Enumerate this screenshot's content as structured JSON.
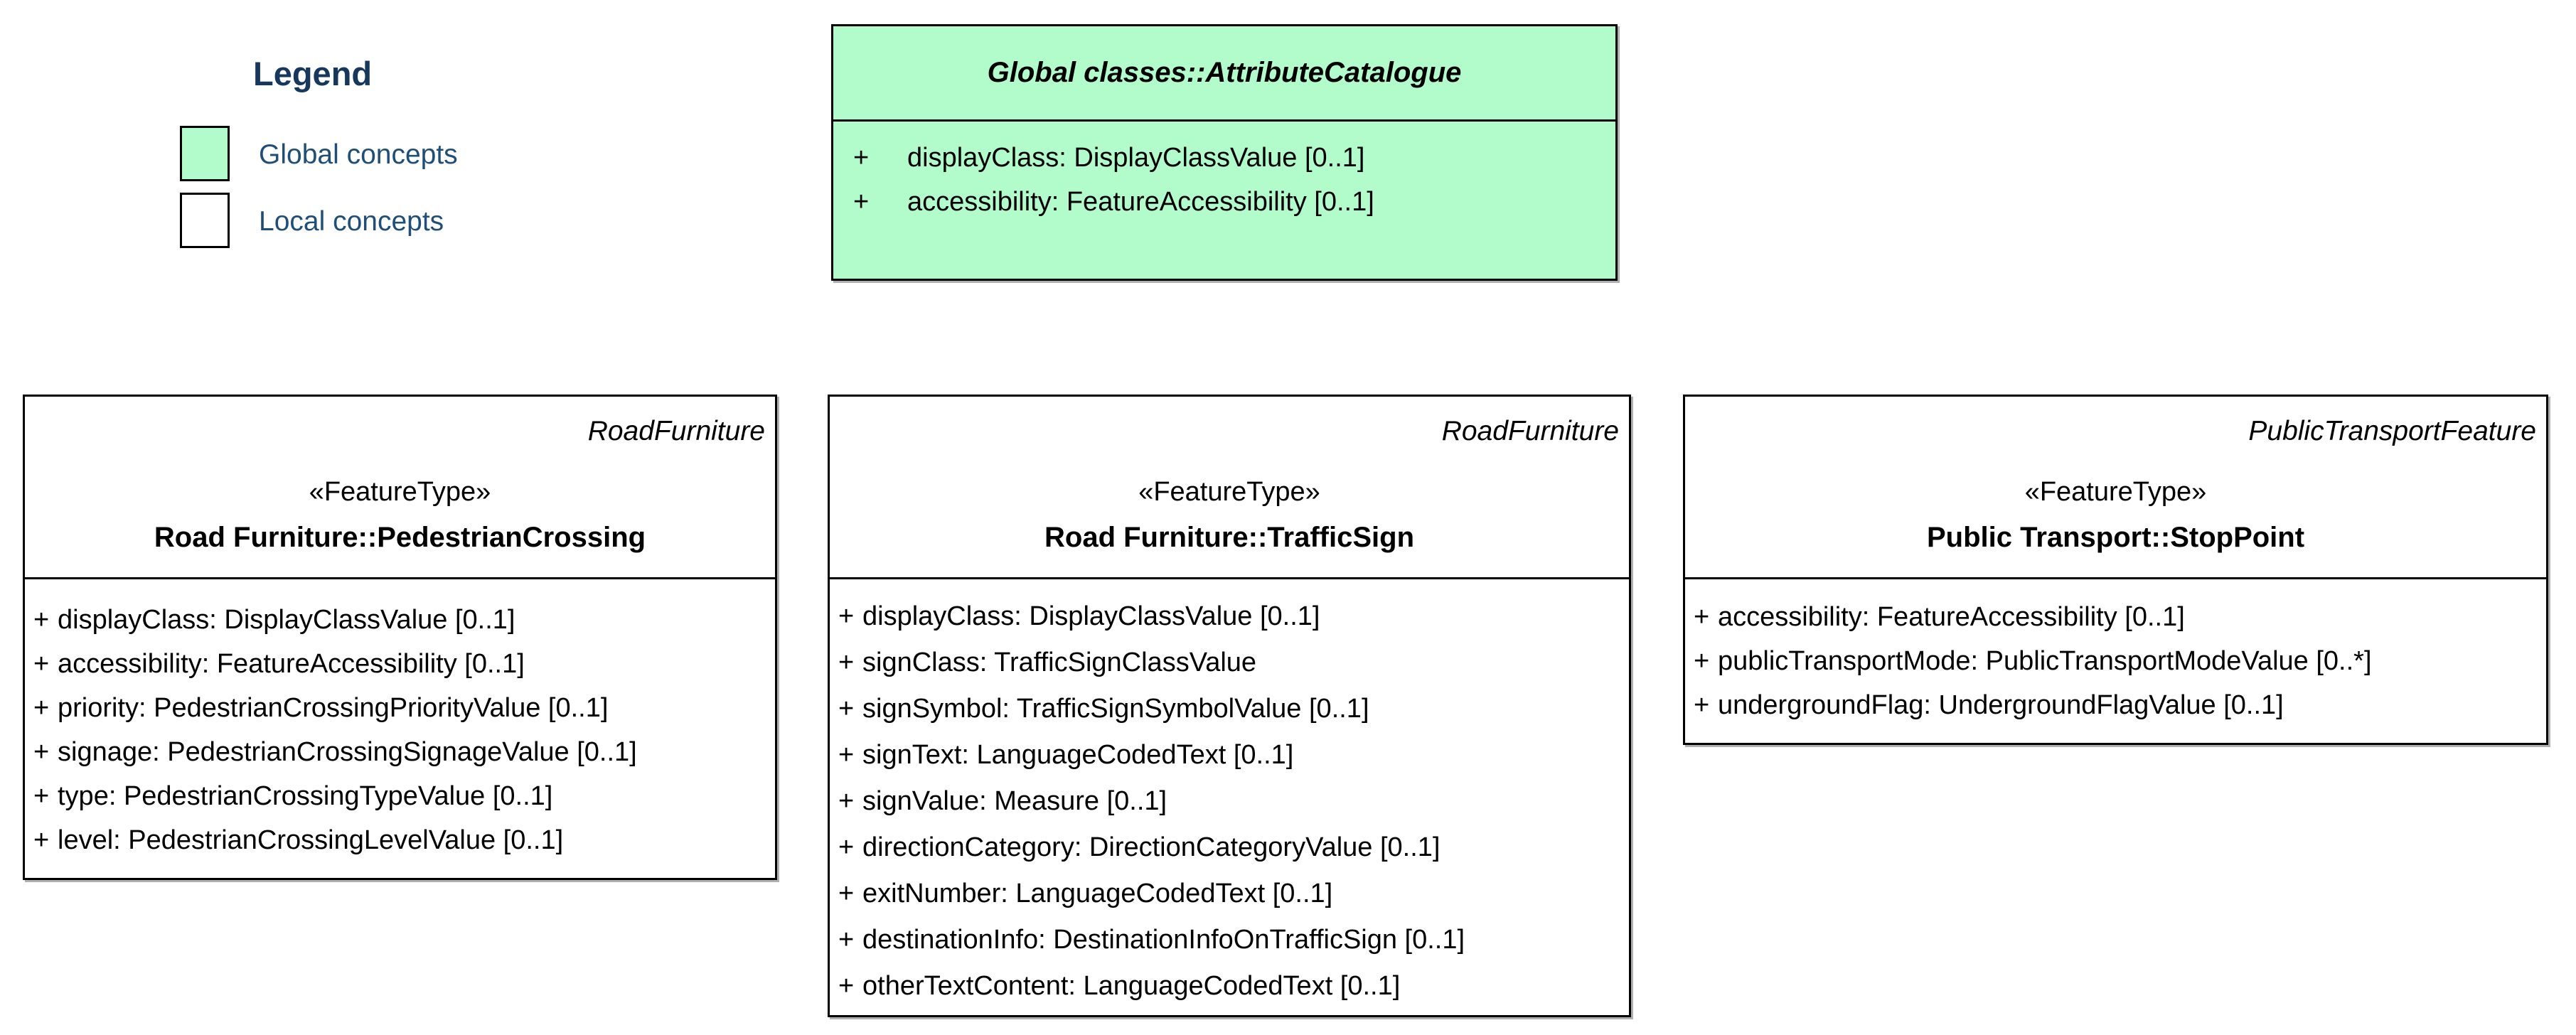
{
  "legend": {
    "title": "Legend",
    "items": [
      {
        "label": "Global concepts",
        "type": "global"
      },
      {
        "label": "Local concepts",
        "type": "local"
      }
    ]
  },
  "colors": {
    "global_fill": "#b2fccb",
    "local_fill": "#ffffff",
    "box_border": "#000000",
    "legend_title": "#17375d",
    "legend_label": "#1f4e79",
    "class_text": "#000000",
    "shadow": "#b0b0b0"
  },
  "classes": [
    {
      "title": "Global classes::AttributeCatalogue",
      "fill": "global",
      "attributes": [
        {
          "visibility": "+",
          "text": "displayClass: DisplayClassValue [0..1]"
        },
        {
          "visibility": "+",
          "text": "accessibility: FeatureAccessibility [0..1]"
        }
      ]
    },
    {
      "region": "RoadFurniture",
      "stereotype": "«FeatureType»",
      "name": "Road Furniture::PedestrianCrossing",
      "fill": "local",
      "attributes": [
        {
          "visibility": "+",
          "text": "displayClass: DisplayClassValue [0..1]"
        },
        {
          "visibility": "+",
          "text": "accessibility: FeatureAccessibility [0..1]"
        },
        {
          "visibility": "+",
          "text": "priority: PedestrianCrossingPriorityValue [0..1]"
        },
        {
          "visibility": "+",
          "text": "signage: PedestrianCrossingSignageValue [0..1]"
        },
        {
          "visibility": "+",
          "text": "type: PedestrianCrossingTypeValue [0..1]"
        },
        {
          "visibility": "+",
          "text": "level: PedestrianCrossingLevelValue [0..1]"
        }
      ]
    },
    {
      "region": "RoadFurniture",
      "stereotype": "«FeatureType»",
      "name": "Road Furniture::TrafficSign",
      "fill": "local",
      "attributes": [
        {
          "visibility": "+",
          "text": "displayClass: DisplayClassValue [0..1]"
        },
        {
          "visibility": "+",
          "text": "signClass: TrafficSignClassValue"
        },
        {
          "visibility": "+",
          "text": "signSymbol: TrafficSignSymbolValue [0..1]"
        },
        {
          "visibility": "+",
          "text": "signText: LanguageCodedText [0..1]"
        },
        {
          "visibility": "+",
          "text": "signValue: Measure [0..1]"
        },
        {
          "visibility": "+",
          "text": "directionCategory: DirectionCategoryValue [0..1]"
        },
        {
          "visibility": "+",
          "text": "exitNumber: LanguageCodedText [0..1]"
        },
        {
          "visibility": "+",
          "text": "destinationInfo: DestinationInfoOnTrafficSign [0..1]"
        },
        {
          "visibility": "+",
          "text": "otherTextContent: LanguageCodedText [0..1]"
        }
      ]
    },
    {
      "region": "PublicTransportFeature",
      "stereotype": "«FeatureType»",
      "name": "Public Transport::StopPoint",
      "fill": "local",
      "attributes": [
        {
          "visibility": "+",
          "text": "accessibility: FeatureAccessibility [0..1]"
        },
        {
          "visibility": "+",
          "text": "publicTransportMode: PublicTransportModeValue [0..*]"
        },
        {
          "visibility": "+",
          "text": "undergroundFlag: UndergroundFlagValue [0..1]"
        }
      ]
    }
  ]
}
